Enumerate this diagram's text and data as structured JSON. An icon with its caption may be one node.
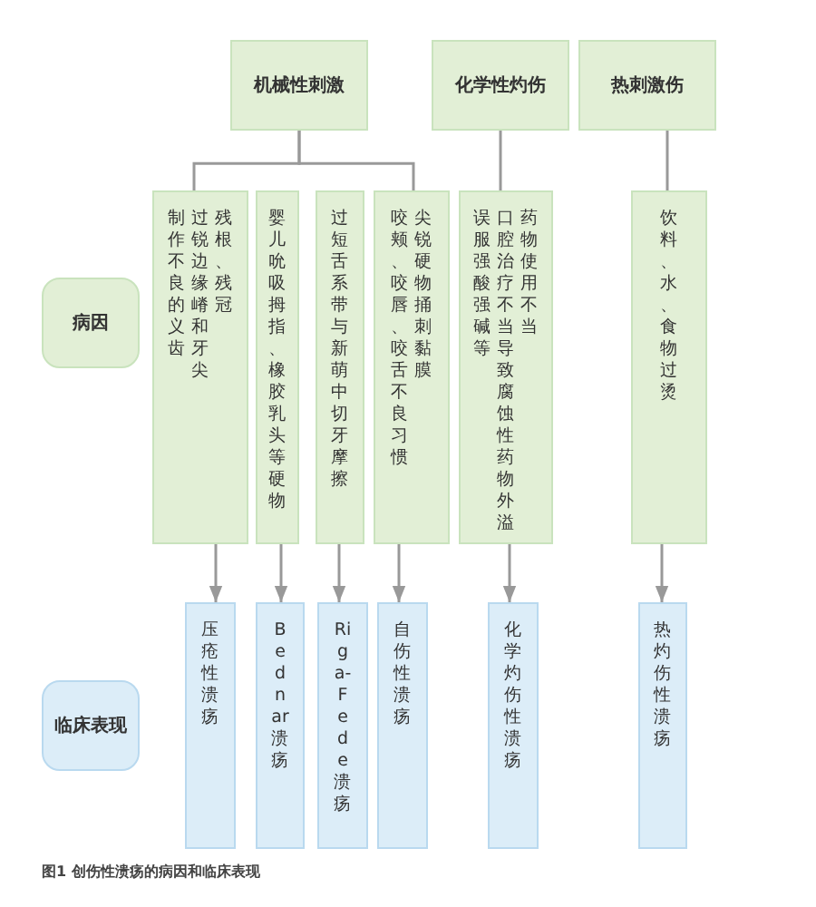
{
  "diagram": {
    "caption": "图1 创伤性溃疡的病因和临床表现",
    "nodes": [
      {
        "text": [
          "机械性刺激"
        ]
      },
      {
        "text": [
          "化学性灼伤"
        ]
      },
      {
        "text": [
          "热刺激伤"
        ]
      },
      {
        "text": [
          "病因"
        ]
      },
      {
        "text": [
          "制作不良的义齿",
          "过锐边缘嵴和牙尖",
          "残根、残冠"
        ]
      },
      {
        "text": [
          "婴儿吮吸拇指、橡胶乳头等硬物"
        ]
      },
      {
        "text": [
          "过短舌系带与新萌中切牙摩擦"
        ]
      },
      {
        "text": [
          "咬颊、咬唇、咬舌不良习惯",
          "尖锐硬物捅刺黏膜"
        ]
      },
      {
        "text": [
          "误服强酸强碱等",
          "口腔治疗不当导致腐蚀性药物外溢",
          "药物使用不当"
        ]
      },
      {
        "text": [
          "饮料、水、食物过烫"
        ]
      },
      {
        "text": [
          "临床表现"
        ]
      },
      {
        "text": [
          "压疮性溃疡"
        ]
      },
      {
        "text": [
          "Bednar 溃疡"
        ]
      },
      {
        "text": [
          "Riga-Fede溃疡"
        ]
      },
      {
        "text": [
          "自伤性溃疡"
        ]
      },
      {
        "text": [
          "化学灼伤性溃疡"
        ]
      },
      {
        "text": [
          "热灼伤性溃疡"
        ]
      }
    ],
    "edges": [
      {
        "from": 0,
        "to": 4,
        "arrow": "none"
      },
      {
        "from": 0,
        "to": 7,
        "arrow": "none"
      },
      {
        "from": 1,
        "to": 8,
        "arrow": "none"
      },
      {
        "from": 2,
        "to": 9,
        "arrow": "none"
      },
      {
        "from": 4,
        "to": 11,
        "arrow": "to"
      },
      {
        "from": 5,
        "to": 12,
        "arrow": "to"
      },
      {
        "from": 6,
        "to": 13,
        "arrow": "to"
      },
      {
        "from": 7,
        "to": 14,
        "arrow": "to"
      },
      {
        "from": 8,
        "to": 15,
        "arrow": "to"
      },
      {
        "from": 9,
        "to": 16,
        "arrow": "to"
      }
    ]
  }
}
